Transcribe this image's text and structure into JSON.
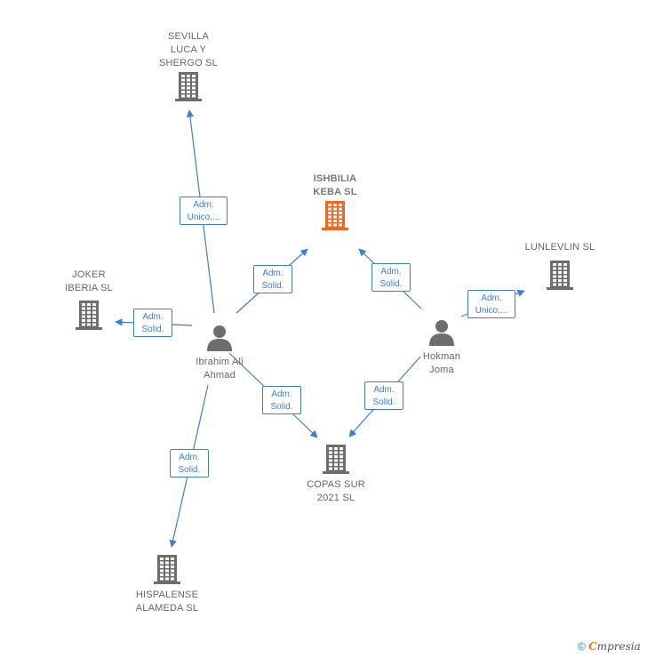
{
  "companies": [
    {
      "id": "sevilla",
      "label": "SEVILLA\nLUCA Y\nSHERGO  SL",
      "main": false
    },
    {
      "id": "ishbilia",
      "label": "ISHBILIA\nKEBA  SL",
      "main": true
    },
    {
      "id": "lunlevlin",
      "label": "LUNLEVLIN  SL",
      "main": false
    },
    {
      "id": "joker",
      "label": "JOKER\nIBERIA  SL",
      "main": false
    },
    {
      "id": "copas",
      "label": "COPAS SUR\n2021  SL",
      "main": false
    },
    {
      "id": "hispalense",
      "label": "HISPALENSE\nALAMEDA  SL",
      "main": false
    }
  ],
  "persons": [
    {
      "id": "ibrahim",
      "label": "Ibrahim Ali\nAhmad"
    },
    {
      "id": "hokman",
      "label": "Hokman\nJoma"
    }
  ],
  "relations": [
    {
      "from": "ibrahim",
      "to": "sevilla",
      "label": "Adm.\nUnico,..."
    },
    {
      "from": "ibrahim",
      "to": "ishbilia",
      "label": "Adm.\nSolid."
    },
    {
      "from": "ibrahim",
      "to": "joker",
      "label": "Adm.\nSolid."
    },
    {
      "from": "ibrahim",
      "to": "copas",
      "label": "Adm.\nSolid."
    },
    {
      "from": "ibrahim",
      "to": "hispalense",
      "label": "Adm.\nSolid."
    },
    {
      "from": "hokman",
      "to": "ishbilia",
      "label": "Adm.\nSolid."
    },
    {
      "from": "hokman",
      "to": "lunlevlin",
      "label": "Adm.\nUnico,..."
    },
    {
      "from": "hokman",
      "to": "copas",
      "label": "Adm.\nSolid."
    }
  ],
  "colors": {
    "edge": "#3f7ecf",
    "company": "#6d6d6d",
    "company_main": "#f26522",
    "person": "#6d6d6d"
  },
  "footer": {
    "copyright": "©",
    "brand_first": "C",
    "brand_rest": "mpresia"
  }
}
